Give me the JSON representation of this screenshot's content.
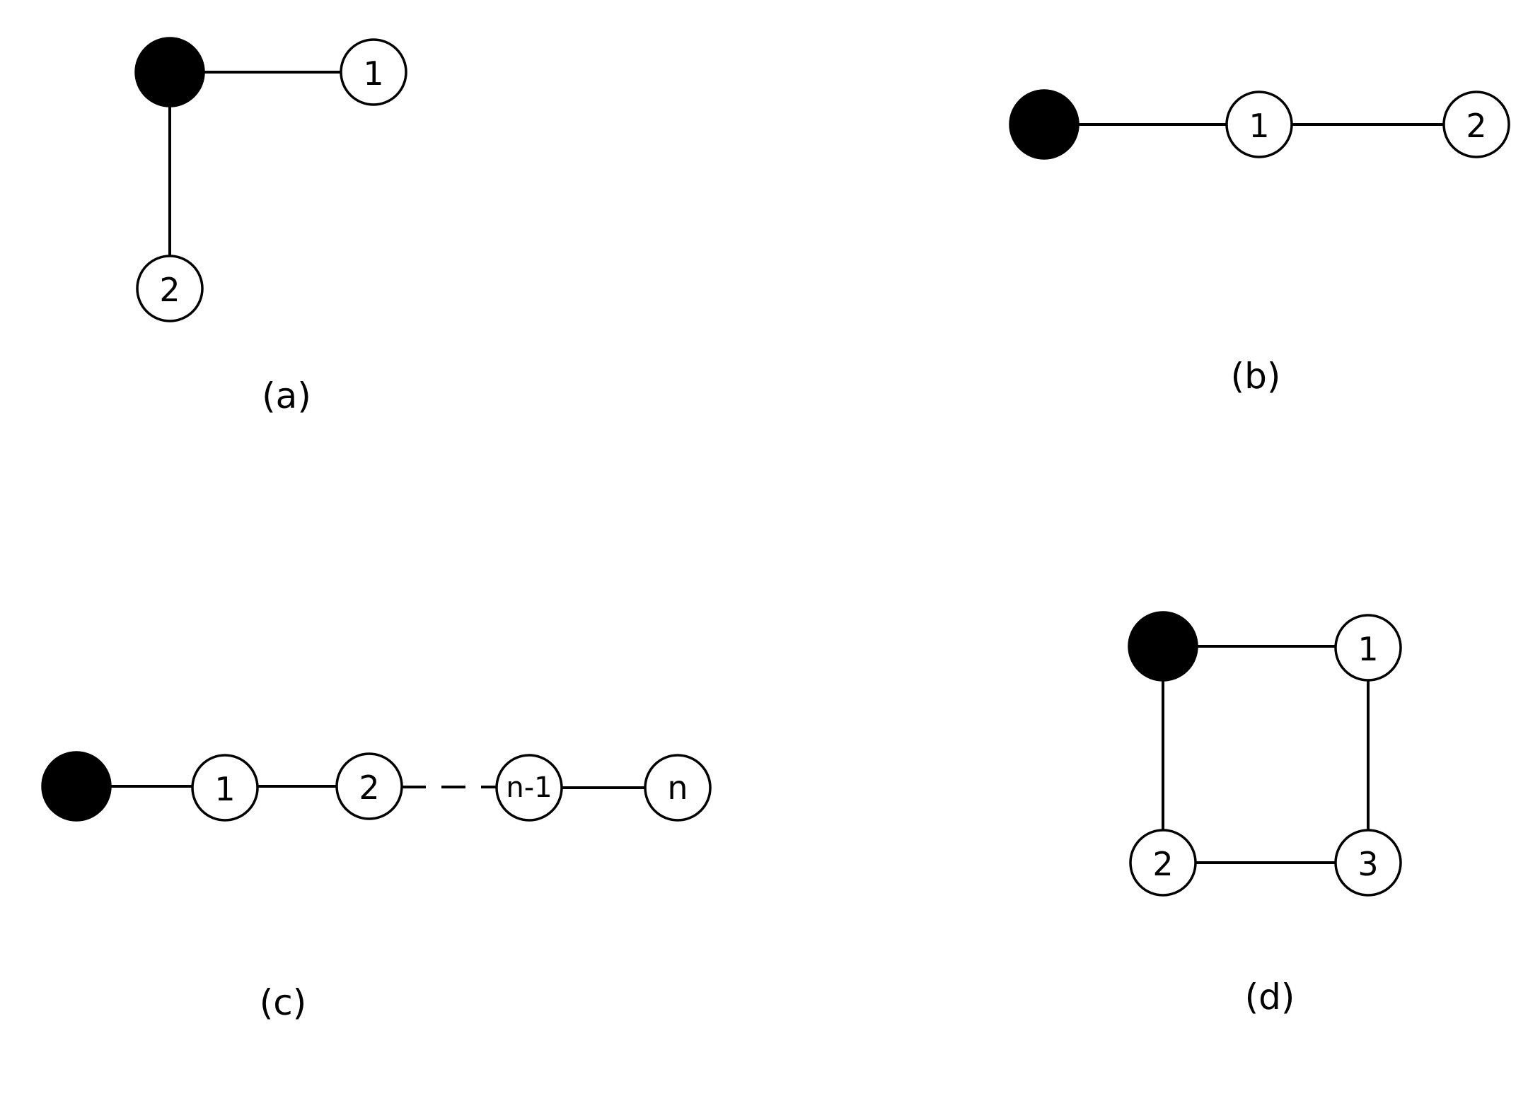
{
  "panels": {
    "a": {
      "caption": "(a)",
      "nodes": {
        "n1": "1",
        "n2": "2"
      }
    },
    "b": {
      "caption": "(b)",
      "nodes": {
        "n1": "1",
        "n2": "2"
      }
    },
    "c": {
      "caption": "(c)",
      "nodes": {
        "n1": "1",
        "n2": "2",
        "n_minus_1": "n-1",
        "n": "n"
      }
    },
    "d": {
      "caption": "(d)",
      "nodes": {
        "n1": "1",
        "n2": "2",
        "n3": "3"
      }
    }
  },
  "colors": {
    "filled_node": "#000000",
    "open_node": "#ffffff",
    "stroke": "#000000"
  }
}
